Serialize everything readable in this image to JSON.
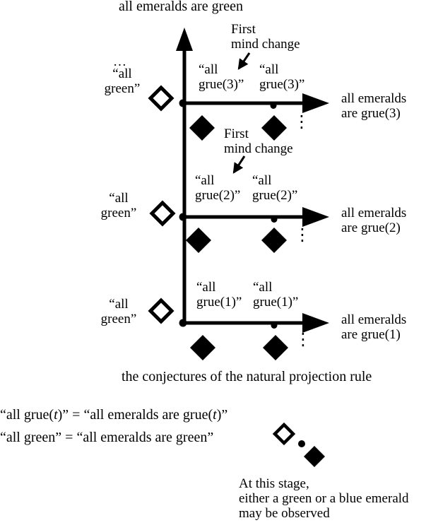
{
  "colors": {
    "ink": "#000000",
    "paper": "#ffffff"
  },
  "title": "all emeralds are green",
  "left_column_ellipsis": "…",
  "annotations": {
    "first_mind_change_1": {
      "line1": "First",
      "line2": "mind change"
    },
    "first_mind_change_2": {
      "line1": "First",
      "line2": "mind change"
    }
  },
  "rows": [
    {
      "left_quote": {
        "line1": "“all",
        "line2": "green”"
      },
      "conjecture_left": {
        "line1": "“all",
        "line2": "grue(3)”"
      },
      "conjecture_right": {
        "line1": "“all",
        "line2": "grue(3)”"
      },
      "axis_label": {
        "line1": "all emeralds",
        "line2": "are grue(3)"
      },
      "more_dots": "⋮"
    },
    {
      "left_quote": {
        "line1": "“all",
        "line2": "green”"
      },
      "conjecture_left": {
        "line1": "“all",
        "line2": "grue(2)”"
      },
      "conjecture_right": {
        "line1": "“all",
        "line2": "grue(2)”"
      },
      "axis_label": {
        "line1": "all emeralds",
        "line2": "are grue(2)"
      },
      "more_dots": "⋮"
    },
    {
      "left_quote": {
        "line1": "“all",
        "line2": "green”"
      },
      "conjecture_left": {
        "line1": "“all",
        "line2": "grue(1)”"
      },
      "conjecture_right": {
        "line1": "“all",
        "line2": "grue(1)”"
      },
      "axis_label": {
        "line1": "all emeralds",
        "line2": "are grue(1)"
      },
      "more_dots": "⋮"
    }
  ],
  "caption": "the conjectures of the natural projection rule",
  "legend": {
    "line1_parts": [
      "“all grue(",
      "t",
      ")” = “all emeralds are grue(",
      "t",
      ")”"
    ],
    "line2": "“all green” = “all emeralds are green”"
  },
  "stage_note": {
    "line1": "At this stage,",
    "line2": "either a green or a blue emerald",
    "line3": "may be observed"
  }
}
